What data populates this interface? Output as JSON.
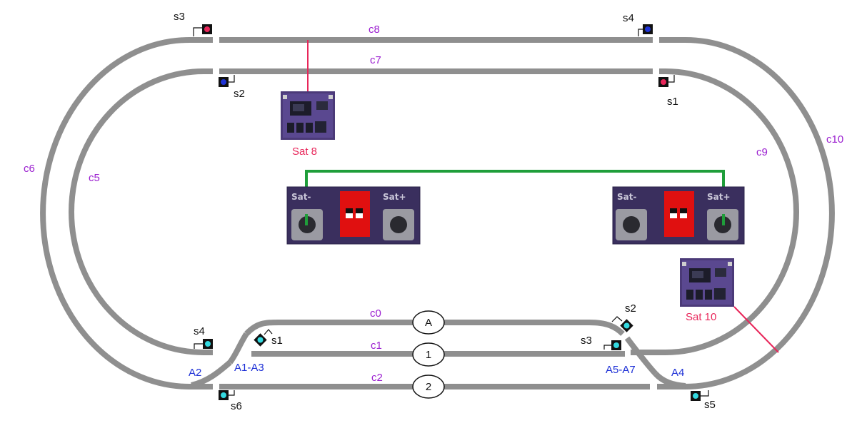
{
  "tracks": {
    "c0": "c0",
    "c1": "c1",
    "c2": "c2",
    "c5": "c5",
    "c6": "c6",
    "c7": "c7",
    "c8": "c8",
    "c9": "c9",
    "c10": "c10"
  },
  "nodes": {
    "a": "A",
    "one": "1",
    "two": "2"
  },
  "turnouts": {
    "a1_a3": "A1-A3",
    "a2": "A2",
    "a4": "A4",
    "a5_a7": "A5-A7"
  },
  "signals": {
    "top_s3": "s3",
    "top_s4": "s4",
    "top_s2": "s2",
    "top_s1": "s1",
    "bot_s4": "s4",
    "bot_s1": "s1",
    "bot_s6": "s6",
    "bot_s2": "s2",
    "bot_s3": "s3",
    "bot_s5": "s5"
  },
  "satellites": {
    "sat8": "Sat 8",
    "sat10": "Sat 10"
  },
  "buttons": {
    "sat_minus": "Sat-",
    "sat_plus": "Sat+"
  },
  "colors": {
    "track": "#8f8f8f",
    "track_label": "#9b1fd0",
    "turnout_label": "#1c2fd6",
    "satellite_label": "#e8265a",
    "satellite_wire": "#e8265a",
    "link_wire": "#1f9e3a",
    "board": "#4b3a78",
    "signal_red": "#e8265a",
    "signal_blue": "#1f33d6",
    "signal_cyan": "#34d9e0",
    "dip_switch": "#e01010"
  }
}
